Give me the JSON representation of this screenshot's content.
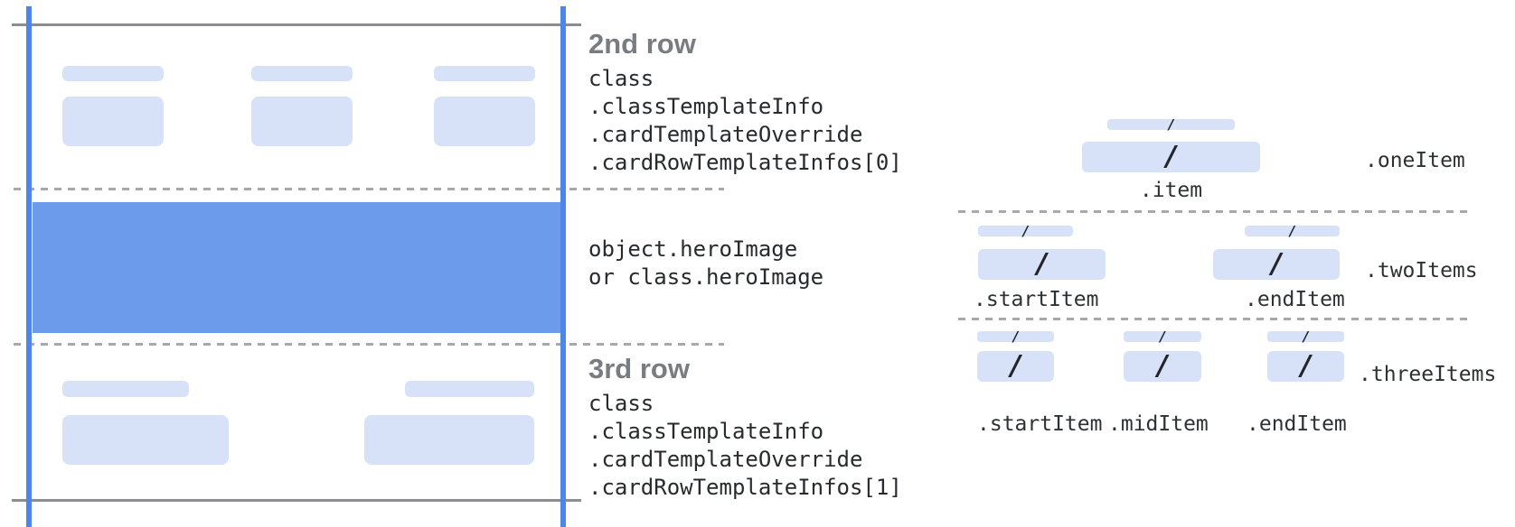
{
  "colors": {
    "accent_blue": "#4D86E8",
    "hero_blue": "#6D9BEB",
    "placeholder_blue": "#D7E2F8",
    "solid_line_gray": "#8A8D91",
    "dashed_line_gray": "#A7A9AC",
    "heading_gray": "#797D82",
    "code_text": "#282A2D"
  },
  "glyphs": {
    "slash": "/"
  },
  "left_card": {
    "second_row": {
      "heading": "2nd row",
      "path_lines": [
        "class",
        ".classTemplateInfo",
        ".cardTemplateOverride",
        ".cardRowTemplateInfos[0]"
      ]
    },
    "hero": {
      "label_lines": [
        "object.heroImage",
        "or class.heroImage"
      ]
    },
    "third_row": {
      "heading": "3rd row",
      "path_lines": [
        "class",
        ".classTemplateInfo",
        ".cardTemplateOverride",
        ".cardRowTemplateInfos[1]"
      ]
    }
  },
  "right_panel": {
    "one_item": {
      "row_label": ".oneItem",
      "item_label": ".item"
    },
    "two_items": {
      "row_label": ".twoItems",
      "start_label": ".startItem",
      "end_label": ".endItem"
    },
    "three_items": {
      "row_label": ".threeItems",
      "start_label": ".startItem",
      "mid_label": ".midItem",
      "end_label": ".endItem"
    }
  }
}
